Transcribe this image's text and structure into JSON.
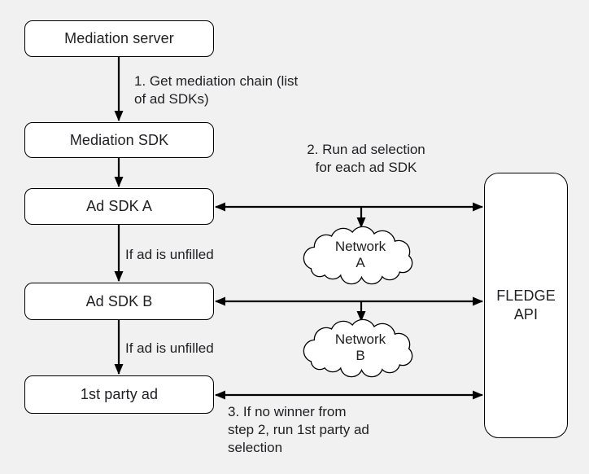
{
  "diagram": {
    "title_hint": "Ad mediation flow with FLEDGE API",
    "colors": {
      "background": "#f1f1f1",
      "node_fill": "#ffffff",
      "stroke": "#000000",
      "text": "#202124"
    },
    "nodes": {
      "mediation_server": {
        "label": "Mediation server"
      },
      "mediation_sdk": {
        "label": "Mediation SDK"
      },
      "ad_sdk_a": {
        "label": "Ad SDK A"
      },
      "ad_sdk_b": {
        "label": "Ad SDK B"
      },
      "first_party_ad": {
        "label": "1st party ad"
      },
      "fledge_api": {
        "lines": [
          "FLEDGE",
          "API"
        ]
      },
      "network_a": {
        "lines": [
          "Network",
          "A"
        ]
      },
      "network_b": {
        "lines": [
          "Network",
          "B"
        ]
      }
    },
    "labels": {
      "step1": {
        "lines": [
          "1. Get mediation chain (list",
          "of ad SDKs)"
        ]
      },
      "step2": {
        "lines": [
          "2. Run ad selection",
          "for each ad SDK"
        ]
      },
      "unfilled_a": {
        "label": "If ad is unfilled"
      },
      "unfilled_b": {
        "label": "If ad is unfilled"
      },
      "step3": {
        "lines": [
          "3. If no winner from",
          "step 2, run 1st party ad",
          "selection"
        ]
      }
    },
    "edges": [
      "mediation_server -> mediation_sdk",
      "mediation_sdk -> ad_sdk_a",
      "ad_sdk_a -> ad_sdk_b (if ad is unfilled)",
      "ad_sdk_b -> first_party_ad (if ad is unfilled)",
      "ad_sdk_a <-> fledge_api",
      "ad_sdk_b <-> fledge_api",
      "first_party_ad <-> fledge_api",
      "ad_sdk_a/fledge line -> network_a",
      "ad_sdk_b/fledge line -> network_b"
    ]
  }
}
